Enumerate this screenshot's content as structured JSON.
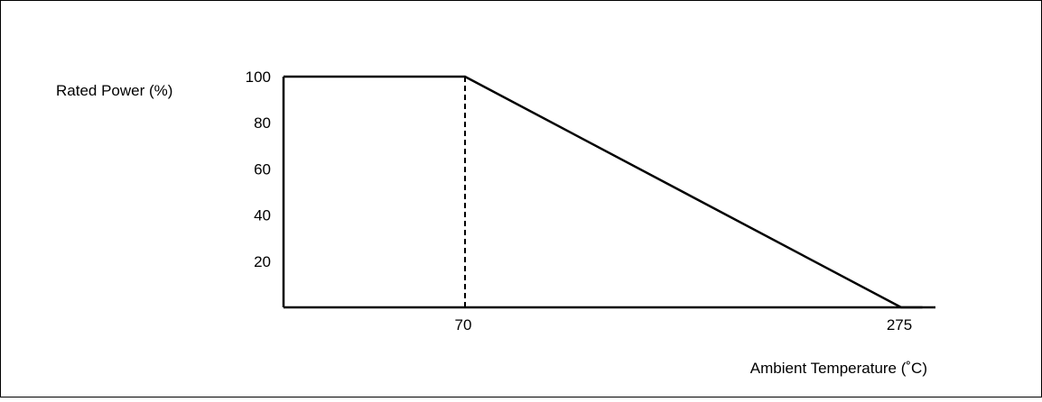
{
  "chart_data": {
    "type": "line",
    "title": "",
    "ylabel": "Rated Power (%)",
    "xlabel": "Ambient Temperature (˚C)",
    "x_ticks": [
      70,
      275
    ],
    "y_ticks": [
      20,
      40,
      60,
      80,
      100
    ],
    "ylim": [
      0,
      100
    ],
    "series": [
      {
        "x": [
          0,
          70,
          275,
          285
        ],
        "y": [
          100,
          100,
          0,
          0
        ]
      }
    ],
    "reference_lines": [
      {
        "x": 70,
        "y_from": 0,
        "y_to": 100,
        "style": "dashed"
      }
    ],
    "grid": false,
    "legend": "none"
  }
}
